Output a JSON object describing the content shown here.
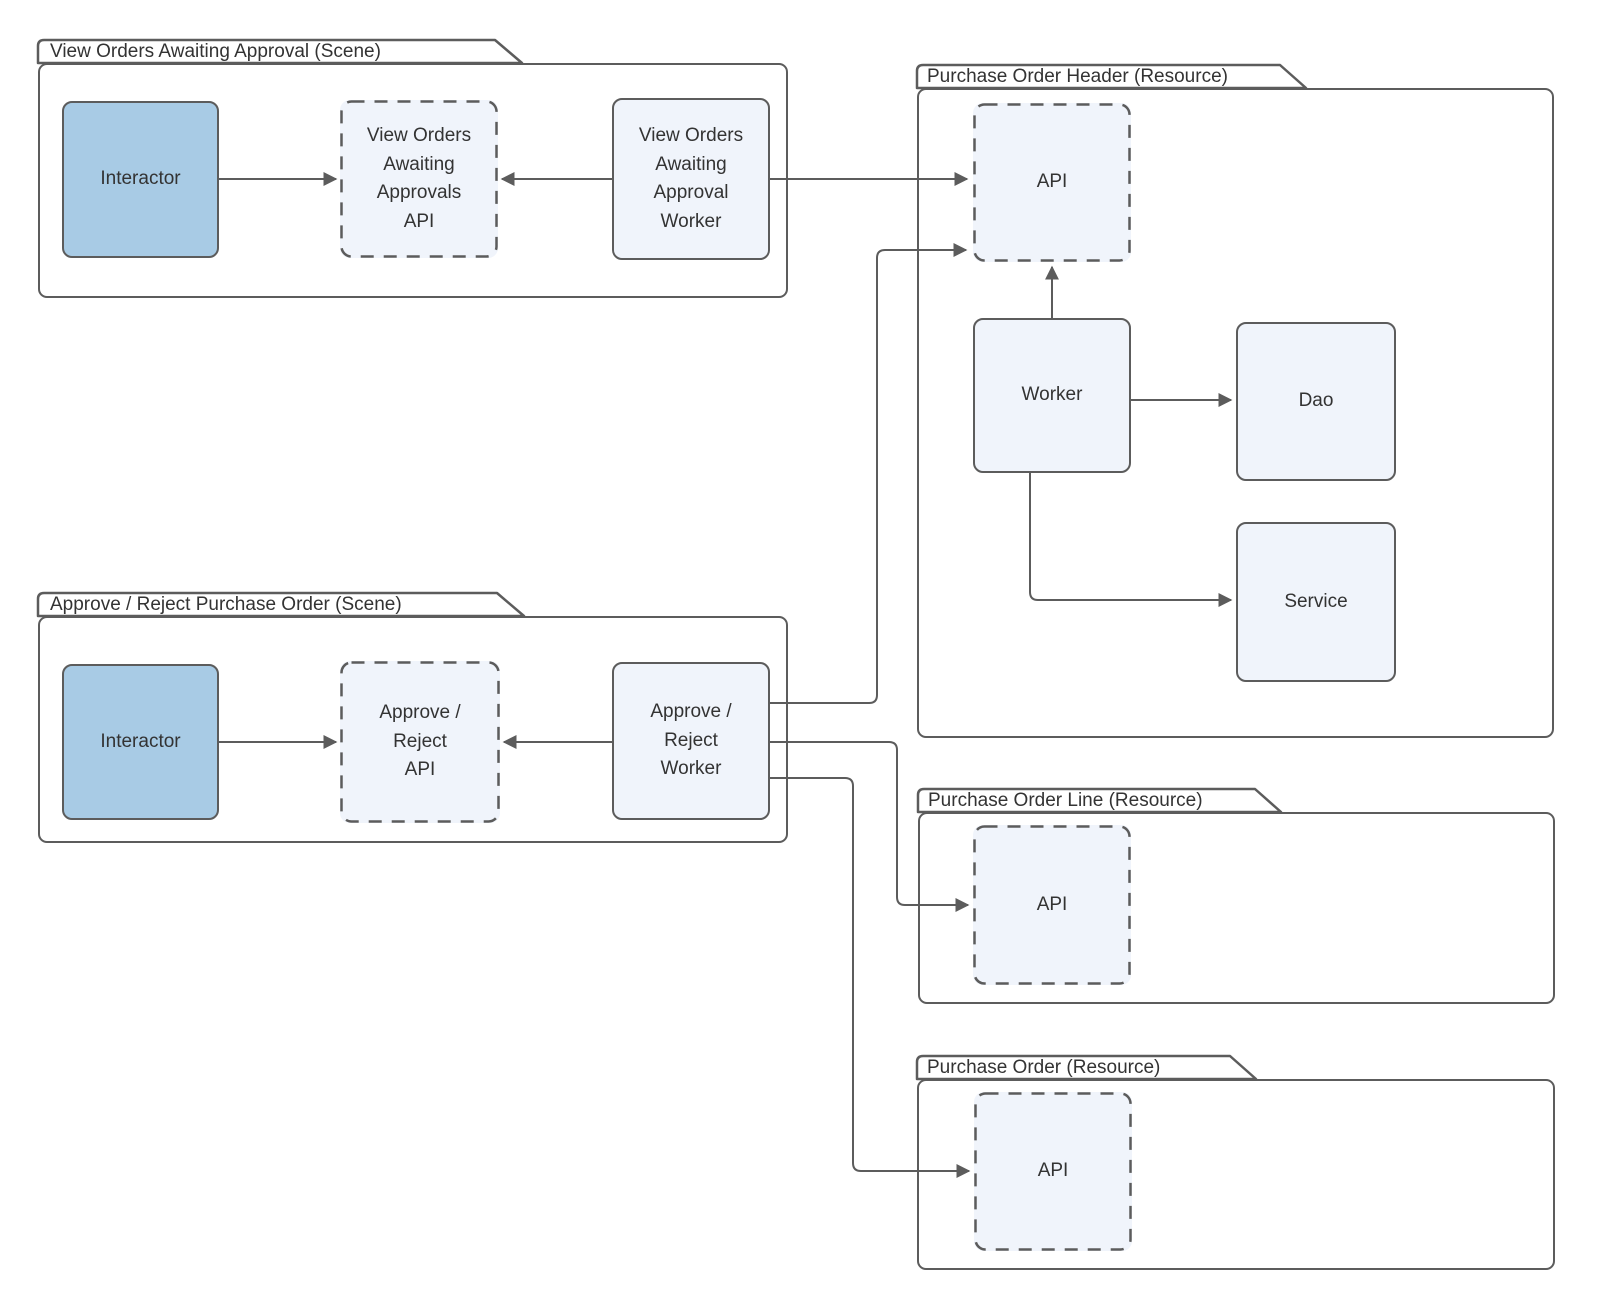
{
  "colors": {
    "stroke": "#5c5c5c",
    "text": "#333333",
    "actor_fill": "#a8cbe5",
    "node_fill": "#f0f4fb",
    "container_fill": "#ffffff"
  },
  "containers": {
    "scene_view_orders": {
      "label": "View Orders Awaiting Approval (Scene)"
    },
    "scene_approve_reject": {
      "label": "Approve / Reject Purchase Order (Scene)"
    },
    "resource_po_header": {
      "label": "Purchase Order Header (Resource)"
    },
    "resource_po_line": {
      "label": "Purchase Order Line (Resource)"
    },
    "resource_po": {
      "label": "Purchase Order (Resource)"
    }
  },
  "nodes": {
    "scene1_interactor": {
      "label": "Interactor"
    },
    "scene1_api": {
      "label": "View Orders\nAwaiting\nApprovals\nAPI"
    },
    "scene1_worker": {
      "label": "View Orders\nAwaiting\nApproval\nWorker"
    },
    "scene2_interactor": {
      "label": "Interactor"
    },
    "scene2_api": {
      "label": "Approve /\nReject\nAPI"
    },
    "scene2_worker": {
      "label": "Approve /\nReject\nWorker"
    },
    "po_header_api": {
      "label": "API"
    },
    "po_header_worker": {
      "label": "Worker"
    },
    "po_header_dao": {
      "label": "Dao"
    },
    "po_header_service": {
      "label": "Service"
    },
    "po_line_api": {
      "label": "API"
    },
    "po_api": {
      "label": "API"
    }
  },
  "edges": [
    {
      "from": "scene1_interactor",
      "to": "scene1_api"
    },
    {
      "from": "scene1_worker",
      "to": "scene1_api"
    },
    {
      "from": "scene1_worker",
      "to": "po_header_api"
    },
    {
      "from": "scene2_interactor",
      "to": "scene2_api"
    },
    {
      "from": "scene2_worker",
      "to": "scene2_api"
    },
    {
      "from": "scene2_worker",
      "to": "po_header_api"
    },
    {
      "from": "scene2_worker",
      "to": "po_line_api"
    },
    {
      "from": "scene2_worker",
      "to": "po_api"
    },
    {
      "from": "po_header_worker",
      "to": "po_header_api"
    },
    {
      "from": "po_header_worker",
      "to": "po_header_dao"
    },
    {
      "from": "po_header_worker",
      "to": "po_header_service"
    }
  ]
}
